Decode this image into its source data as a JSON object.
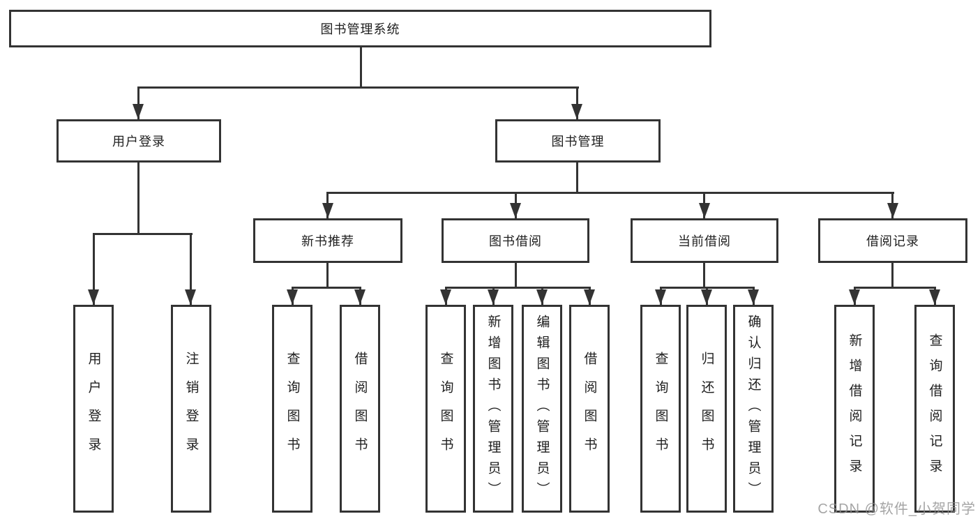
{
  "tree": {
    "label": "图书管理系统",
    "children": [
      {
        "label": "用户登录",
        "children": [
          {
            "label": "用户登录"
          },
          {
            "label": "注销登录"
          }
        ]
      },
      {
        "label": "图书管理",
        "children": [
          {
            "label": "新书推荐",
            "children": [
              {
                "label": "查询图书"
              },
              {
                "label": "借阅图书"
              }
            ]
          },
          {
            "label": "图书借阅",
            "children": [
              {
                "label": "查询图书"
              },
              {
                "label": "新增图书（管理员）"
              },
              {
                "label": "编辑图书（管理员）"
              },
              {
                "label": "借阅图书"
              }
            ]
          },
          {
            "label": "当前借阅",
            "children": [
              {
                "label": "查询图书"
              },
              {
                "label": "归还图书"
              },
              {
                "label": "确认归还（管理员）"
              }
            ]
          },
          {
            "label": "借阅记录",
            "children": [
              {
                "label": "新增借阅记录"
              },
              {
                "label": "查询借阅记录"
              }
            ]
          }
        ]
      }
    ]
  },
  "watermark": {
    "text": "CSDN @软件_小贺同学"
  },
  "colors": {
    "line": "#333333",
    "text": "#1f1f1f",
    "watermark": "#8f8f8f",
    "background": "#ffffff"
  }
}
